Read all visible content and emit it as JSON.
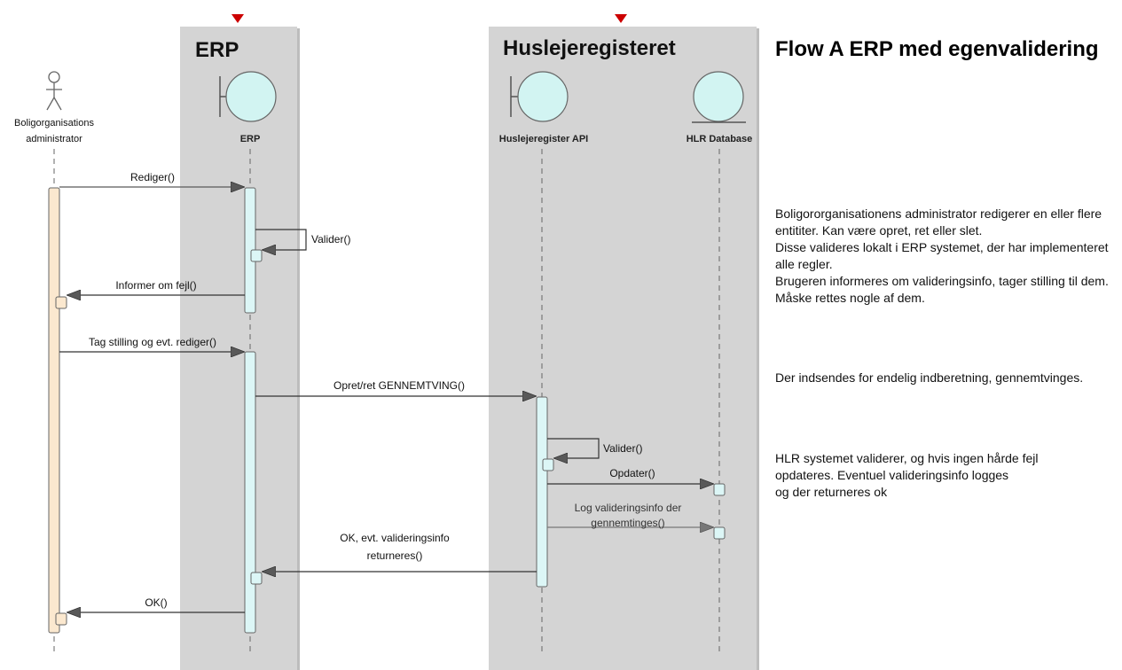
{
  "title": "Flow A ERP med egenvalidering",
  "lanes": {
    "erp": "ERP",
    "hlr": "Huslejeregisteret"
  },
  "participants": {
    "actor": [
      "Boligorganisations",
      "administrator"
    ],
    "erp": "ERP",
    "api": "Huslejeregister API",
    "db": "HLR Database"
  },
  "messages": {
    "m1": "Rediger()",
    "m2": "Valider()",
    "m3": "Informer om fejl()",
    "m4": "Tag stilling og evt. rediger()",
    "m5": "Opret/ret  GENNEMTVING()",
    "m6": "Valider()",
    "m7": "Opdater()",
    "m8": [
      "Log valideringsinfo der",
      "gennemtinges()"
    ],
    "m9": [
      "OK, evt. valideringsinfo",
      "returneres()"
    ],
    "m10": "OK()"
  },
  "description": {
    "block1": [
      "Boligororganisationens administrator redigerer en eller flere entititer. Kan være opret, ret eller slet.",
      "Disse valideres lokalt i ERP systemet, der har implementeret alle  regler.",
      "Brugeren informeres om valideringsinfo, tager stilling til dem.",
      "Måske rettes nogle af dem."
    ],
    "block2": "Der indsendes for endelig indberetning, gennemtvinges.",
    "block3": [
      "HLR systemet validerer, og hvis ingen hårde fejl",
      "opdateres. Eventuel valideringsinfo logges",
      "og der returneres ok"
    ]
  },
  "colors": {
    "lane_fill": "#d4d4d4",
    "lane_edge": "#bdbdbd",
    "actor_activation": "#fbe8cf",
    "system_activation": "#dcf6f6",
    "boundary_fill": "#d2f4f2",
    "pointer_red": "#cc0000"
  }
}
